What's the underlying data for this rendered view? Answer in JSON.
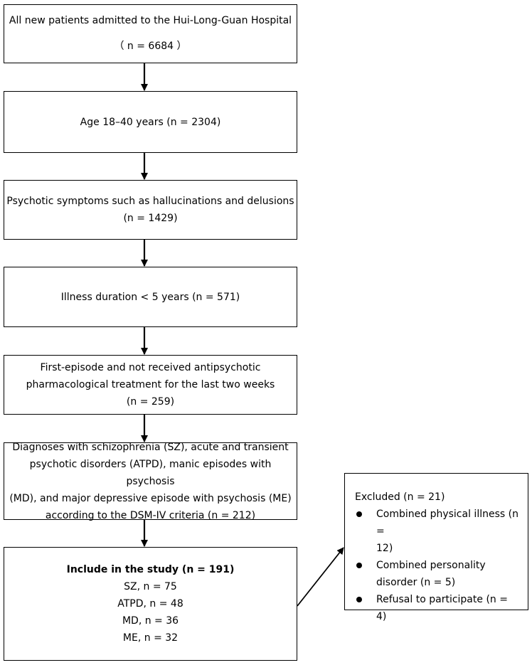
{
  "boxes": {
    "admitted": {
      "line1": "All new patients admitted to the Hui-Long-Guan Hospital",
      "line2": "（ n = 6684 ）"
    },
    "age": {
      "text": "Age 18–40 years (n = 2304)"
    },
    "psychotic": {
      "line1": "Psychotic symptoms such as hallucinations and delusions",
      "line2": "(n = 1429)"
    },
    "duration": {
      "text": "Illness duration < 5 years (n = 571)"
    },
    "first_episode": {
      "line1": "First-episode and not received antipsychotic",
      "line2": "pharmacological treatment for the last two weeks",
      "line3": "(n = 259)"
    },
    "diagnoses": {
      "line1": "Diagnoses with schizophrenia (SZ), acute and transient",
      "line2": "psychotic disorders (ATPD), manic episodes with psychosis",
      "line3": "(MD), and major depressive episode with psychosis (ME)",
      "line4": "according to the DSM-IV criteria (n = 212)"
    },
    "included": {
      "title": "Include in the study (n = 191)",
      "sz": "SZ, n = 75",
      "atpd": "ATPD, n = 48",
      "md": "MD, n = 36",
      "me": "ME, n = 32"
    }
  },
  "excluded": {
    "title": "Excluded (n = 21)",
    "items": [
      {
        "line1": "Combined physical illness (n =",
        "line2": "12)"
      },
      {
        "line1": "Combined personality",
        "line2": "disorder (n = 5)"
      },
      {
        "line1": "Refusal to participate (n = 4)"
      }
    ]
  }
}
